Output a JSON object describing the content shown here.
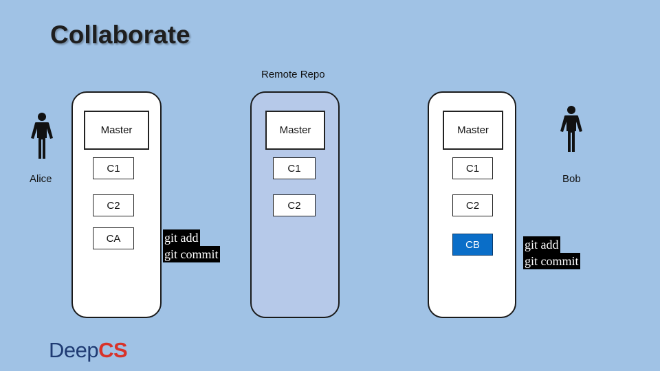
{
  "title": "Collaborate",
  "remote_label": "Remote Repo",
  "people": {
    "alice": "Alice",
    "bob": "Bob"
  },
  "alice_repo": {
    "master": "Master",
    "commits": [
      "C1",
      "C2",
      "CA"
    ]
  },
  "remote_repo": {
    "master": "Master",
    "commits": [
      "C1",
      "C2"
    ]
  },
  "bob_repo": {
    "master": "Master",
    "commits": [
      "C1",
      "C2",
      "CB"
    ]
  },
  "commands_left": [
    "git add",
    "git commit"
  ],
  "commands_right": [
    "git add",
    "git commit"
  ],
  "logo": {
    "part1": "Deep",
    "part2": "CS"
  },
  "colors": {
    "background": "#a0c2e5",
    "remote_fill": "#b6c9e9",
    "local_commit_highlight": "#0a6ec8",
    "logo_blue": "#1f3b73",
    "logo_red": "#d8332a"
  }
}
